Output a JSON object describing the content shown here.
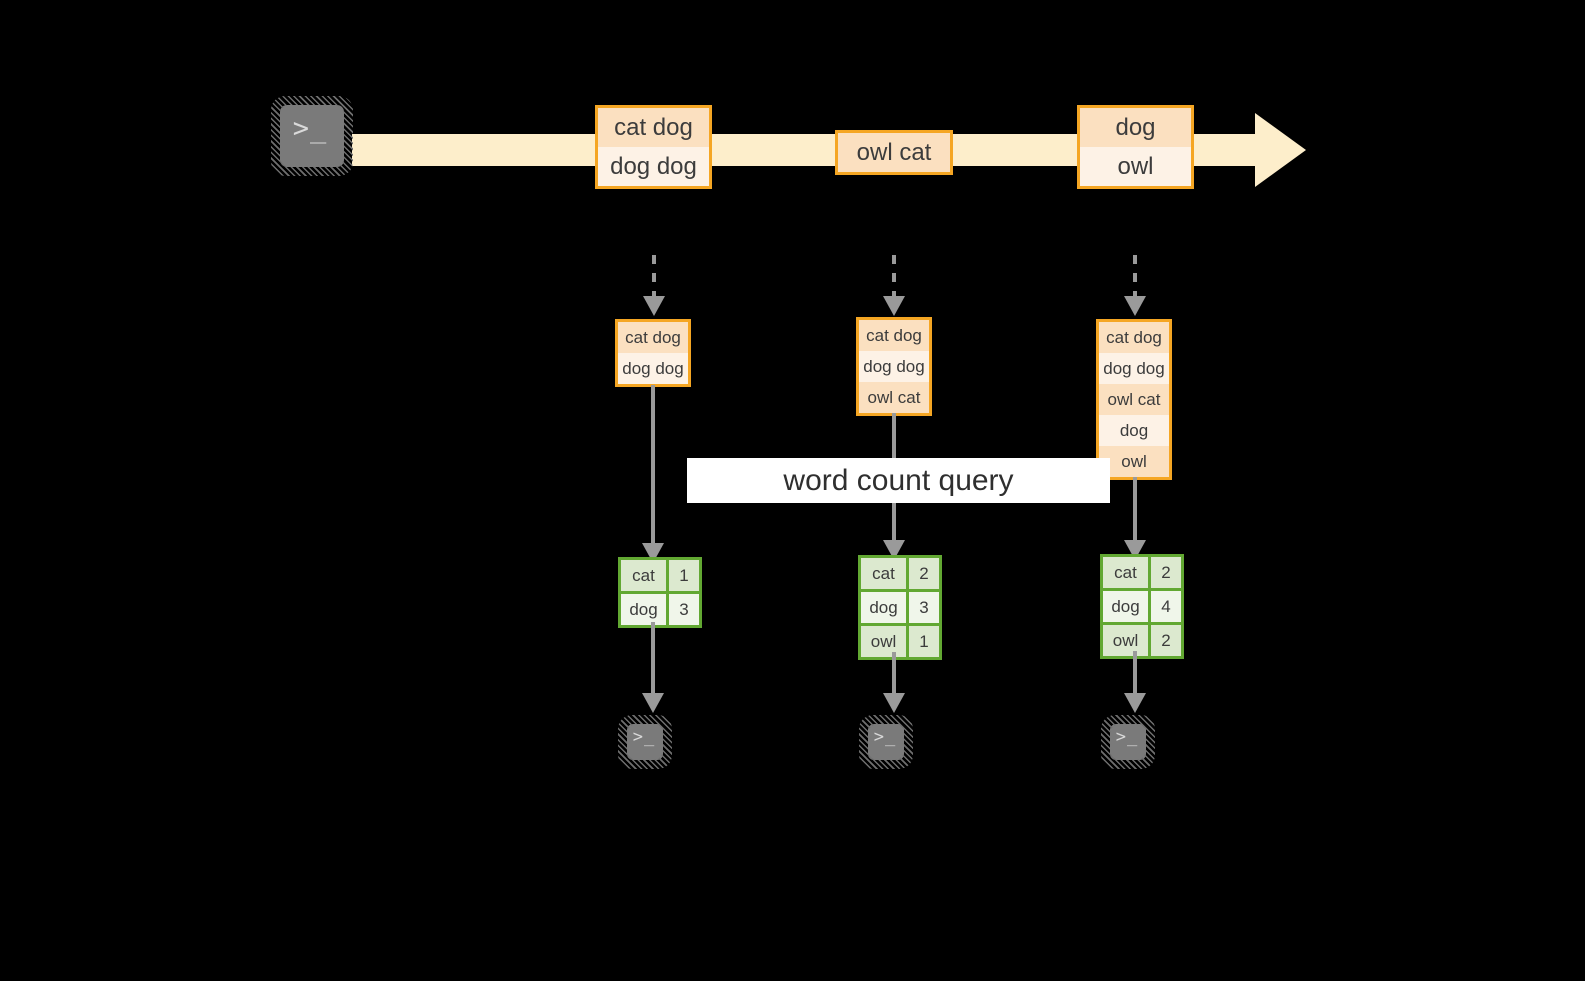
{
  "diagram": {
    "title": "word count query stream diagram",
    "colors": {
      "stream_band": "#fdeecb",
      "message_border": "#f5a623",
      "message_fill_dark": "#fbe0c0",
      "message_fill_light": "#fdf2e6",
      "result_border": "#62a832",
      "result_fill_dark": "#dce9cf",
      "result_fill_light": "#f0f6ea",
      "connector": "#9a9a9a",
      "terminal_body": "#7a7a7a",
      "background": "#000000",
      "banner_bg": "#ffffff"
    },
    "producer_terminal": {
      "glyph": ">_",
      "icon": "terminal-icon"
    },
    "stream": {
      "messages": [
        {
          "id": "batch-1",
          "rows": [
            {
              "text": "cat dog",
              "shade": "dark"
            },
            {
              "text": "dog dog",
              "shade": "light"
            }
          ]
        },
        {
          "id": "batch-2",
          "rows": [
            {
              "text": "owl cat",
              "shade": "dark"
            }
          ]
        },
        {
          "id": "batch-3",
          "rows": [
            {
              "text": "dog",
              "shade": "dark"
            },
            {
              "text": "owl",
              "shade": "light"
            }
          ]
        }
      ]
    },
    "query_label": "word count query",
    "snapshots": [
      {
        "id": "snapshot-1",
        "log": [
          {
            "text": "cat dog",
            "shade": "dark"
          },
          {
            "text": "dog dog",
            "shade": "light"
          }
        ],
        "counts": [
          {
            "word": "cat",
            "count": "1",
            "shade": "dark"
          },
          {
            "word": "dog",
            "count": "3",
            "shade": "light"
          }
        ],
        "consumer_terminal": {
          "glyph": ">_",
          "icon": "terminal-icon"
        }
      },
      {
        "id": "snapshot-2",
        "log": [
          {
            "text": "cat dog",
            "shade": "dark"
          },
          {
            "text": "dog dog",
            "shade": "light"
          },
          {
            "text": "owl cat",
            "shade": "dark"
          }
        ],
        "counts": [
          {
            "word": "cat",
            "count": "2",
            "shade": "dark"
          },
          {
            "word": "dog",
            "count": "3",
            "shade": "light"
          },
          {
            "word": "owl",
            "count": "1",
            "shade": "dark"
          }
        ],
        "consumer_terminal": {
          "glyph": ">_",
          "icon": "terminal-icon"
        }
      },
      {
        "id": "snapshot-3",
        "log": [
          {
            "text": "cat dog",
            "shade": "dark"
          },
          {
            "text": "dog dog",
            "shade": "light"
          },
          {
            "text": "owl cat",
            "shade": "dark"
          },
          {
            "text": "dog",
            "shade": "light"
          },
          {
            "text": "owl",
            "shade": "dark"
          }
        ],
        "counts": [
          {
            "word": "cat",
            "count": "2",
            "shade": "dark"
          },
          {
            "word": "dog",
            "count": "4",
            "shade": "light"
          },
          {
            "word": "owl",
            "count": "2",
            "shade": "dark"
          }
        ],
        "consumer_terminal": {
          "glyph": ">_",
          "icon": "terminal-icon"
        }
      }
    ]
  }
}
